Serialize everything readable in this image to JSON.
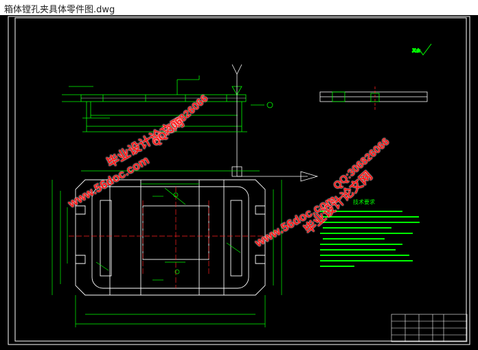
{
  "window": {
    "title": "箱体镗孔夹具体零件图.dwg"
  },
  "drawing": {
    "background": "#000000",
    "line_color": "#00ff00",
    "border_color": "#ffffff",
    "center_color": "#ff2020",
    "tech_title": "技术要求",
    "tech_lines": [
      "1.XXXXXXXXXXXXXXXXXXXXXXXXXXXXXXXX",
      "2.XXXXXXXXXXXXXXXXXXXXXXXXXXXXXXXXXXXXXX",
      "3.XXXXXXXXXXXXXXXXXXXXXXXXXXXXXXX",
      "4.XXXXXXXXXXXXXXXXXXXXXXXXXXXXX",
      "5.XXXXXXXXXXXXXXXXXXXXXXXXXXXX",
      "6.XXXXXXXXXXXXXXXXXXXXXXXX",
      "7.XXXXXXXXX"
    ]
  },
  "watermarks": {
    "site": "www.56doc.com",
    "brand": "毕业设计论文网",
    "qq": "QQ:306826066"
  }
}
